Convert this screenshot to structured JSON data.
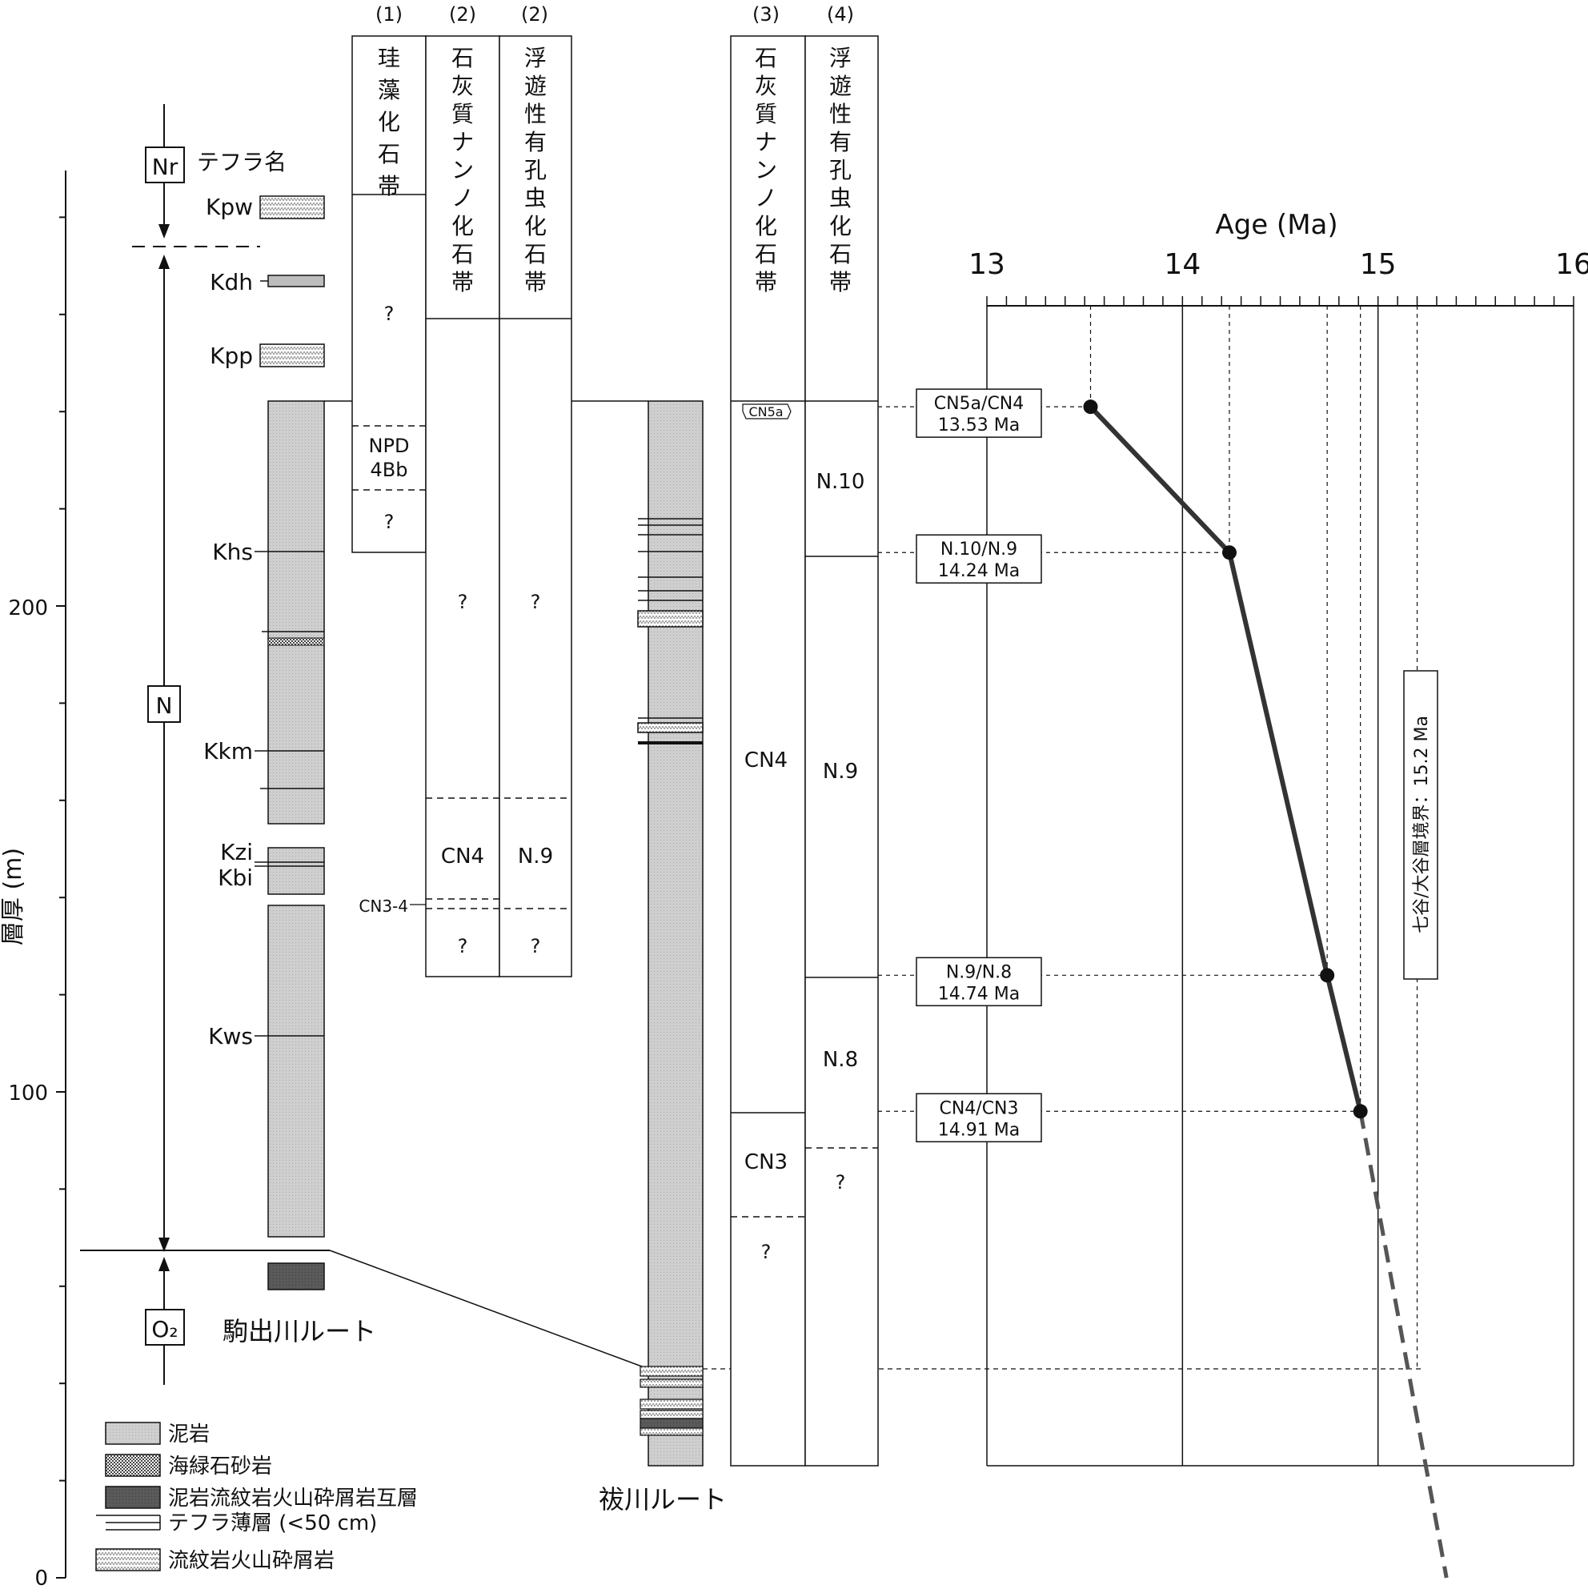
{
  "axis": {
    "ylabel": "層厚 (m)",
    "ticks": [
      {
        "value": 0,
        "label": "0"
      },
      {
        "value": 100,
        "label": "100"
      },
      {
        "value": 200,
        "label": "200"
      }
    ]
  },
  "formations": {
    "upper": "七谷層",
    "lower": "大谷層",
    "upper_code": "N",
    "lower_code": "O₂",
    "tephra_key_code": "Nr",
    "tephra_key_label": "テフラ名"
  },
  "tephra": [
    "Kpw",
    "Kdh",
    "Kpp",
    "Khs",
    "Kkm",
    "Kzi",
    "Kbi",
    "Kws"
  ],
  "routes": {
    "komaide": "駒出川ルート",
    "haraikawa": "祓川ルート"
  },
  "columns": {
    "c1": {
      "ref": "(1)",
      "title": "珪藻化石帯"
    },
    "c2a": {
      "ref": "(2)",
      "title": "石灰質ナンノ化石帯"
    },
    "c2b": {
      "ref": "(2)",
      "title": "浮遊性有孔虫化石帯"
    },
    "c3": {
      "ref": "(3)",
      "title": "石灰質ナンノ化石帯"
    },
    "c4": {
      "ref": "(4)",
      "title": "浮遊性有孔虫化石帯"
    }
  },
  "zones": {
    "q": "?",
    "npd1": "NPD",
    "npd2": "4Bb",
    "cn4": "CN4",
    "n9": "N.9",
    "cn34": "CN3-4",
    "cn5a": "CN5a",
    "n10": "N.10",
    "cn3": "CN3",
    "n8": "N.8"
  },
  "legend": [
    {
      "key": "mudstone",
      "label": "泥岩"
    },
    {
      "key": "glauconite",
      "label": "海緑石砂岩"
    },
    {
      "key": "alternation",
      "label": "泥岩流紋岩火山砕屑岩互層"
    },
    {
      "key": "tephra",
      "label": "テフラ薄層 (<50 cm)"
    },
    {
      "key": "rhyolite",
      "label": "流紋岩火山砕屑岩"
    }
  ],
  "age_plot": {
    "title": "Age (Ma)",
    "ticks": [
      "13",
      "14",
      "15",
      "16"
    ],
    "boundary_label": "七谷/大谷層境界：15.2 Ma"
  },
  "chart_data": {
    "type": "line",
    "title": "",
    "xlabel": "Age (Ma)",
    "ylabel": "層厚 (m)",
    "xlim": [
      13,
      16
    ],
    "ylim": [
      0,
      290
    ],
    "series": [
      {
        "points": [
          {
            "name": "CN5a/CN4",
            "age": 13.53,
            "label": "13.53 Ma",
            "thickness": 241
          },
          {
            "name": "N.10/N.9",
            "age": 14.24,
            "label": "14.24 Ma",
            "thickness": 211
          },
          {
            "name": "N.9/N.8",
            "age": 14.74,
            "label": "14.74 Ma",
            "thickness": 124
          },
          {
            "name": "CN4/CN3",
            "age": 14.91,
            "label": "14.91 Ma",
            "thickness": 96
          }
        ]
      }
    ],
    "extrapolation": [
      {
        "age": 14.91,
        "thickness": 96
      },
      {
        "age": 15.35,
        "thickness": 0
      }
    ],
    "boundary": {
      "age": 15.2,
      "thickness": 43
    }
  }
}
